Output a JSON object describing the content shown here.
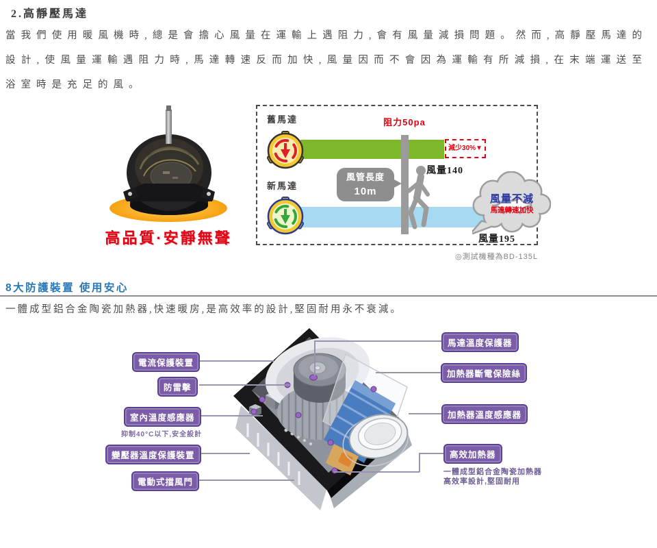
{
  "section1": {
    "title": "2.高靜壓馬達",
    "paragraph": "當我們使用暖風機時,總是會擔心風量在運輸上遇阻力,會有風量減損問題。然而,高靜壓馬達的設計,使風量運輸遇阻力時,馬達轉速反而加快,風量因而不會因為運輸有所減損,在末端運送至浴室時是充足的風。",
    "motor_caption": "高品質·安靜無聲",
    "diagram": {
      "old_motor_label": "舊馬達",
      "new_motor_label": "新馬達",
      "resistance_label": "阻力50pa",
      "duct_length_line1": "風管長度",
      "duct_length_line2": "10m",
      "decrease_label": "減少30%",
      "decrease_arrow": "▼",
      "flow_old": "風量140",
      "flow_new": "風量195",
      "cloud_line1": "風量不減",
      "cloud_line2": "馬達轉速加快",
      "footnote": "◎測試機種為BD-135L"
    }
  },
  "section2": {
    "title": "8大防護裝置 使用安心",
    "paragraph": "一體成型鋁合金陶瓷加熱器,快速暖房,是高效率的設計,堅固耐用永不衰減。",
    "labels_left": [
      {
        "text": "電流保護裝置"
      },
      {
        "text": "防雷擊"
      },
      {
        "text": "室內溫度感應器",
        "subtext": "抑制40°C以下,安全設計"
      },
      {
        "text": "變壓器溫度保護裝置"
      },
      {
        "text": "電動式擋風門"
      }
    ],
    "labels_right": [
      {
        "text": "馬達溫度保護器"
      },
      {
        "text": "加熱器斷電保險絲"
      },
      {
        "text": "加熱器溫度感應器"
      },
      {
        "text": "高效加熱器",
        "subtext1": "一體成型鋁合金陶瓷加熱器",
        "subtext2": "高效率設計,堅固耐用"
      }
    ]
  },
  "icons": {
    "old_motor": "fan-rotor-icon",
    "new_motor": "fan-rotor-icon",
    "person": "walking-person-icon",
    "cloud": "speech-cloud-shape",
    "decrease": "down-arrow"
  },
  "colors": {
    "heading_blue": "#2878b8",
    "label_purple": "#7a5ca8",
    "label_purple_border": "#583f91",
    "accent_red": "#e60012",
    "old_bar_green": "#7cb829",
    "new_bar_blue": "#a5daf1",
    "glow_orange": "#f39800",
    "old_rotor_red": "#dd1f26",
    "new_rotor_green": "#36a53a",
    "rotor_yellow": "#f4c832"
  }
}
